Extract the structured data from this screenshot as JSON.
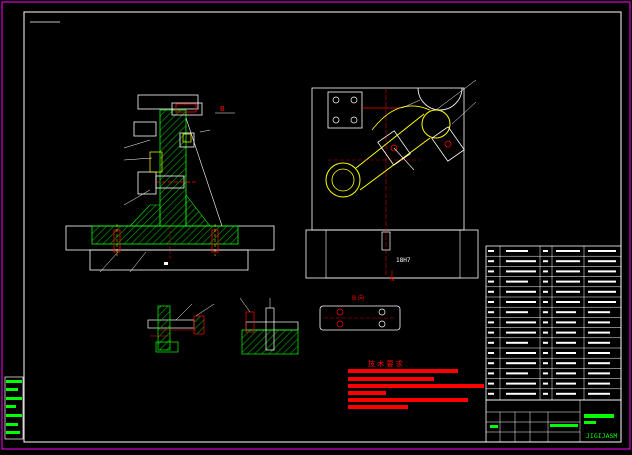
{
  "drawing": {
    "colors": {
      "background": "#000000",
      "border": "#ff00ff",
      "line": "#ffffff",
      "green": "#00ff00",
      "red": "#ff0000",
      "yellow": "#ffff00",
      "hatch": "#00b000"
    },
    "view_label_b": "B",
    "section_label_b": "B 向",
    "tech_title": "技 术 要 求",
    "dims": {
      "base_tol": "18H7",
      "view_letter": "N"
    },
    "title_block": {
      "code": "JIGIJASM"
    }
  }
}
